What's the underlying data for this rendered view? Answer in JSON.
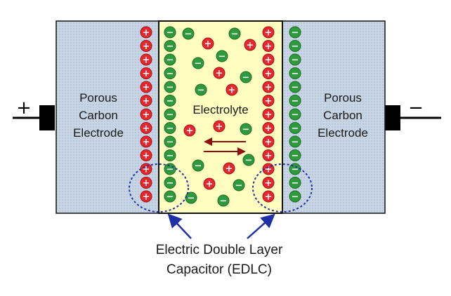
{
  "diagram": {
    "left_electrode": {
      "label_lines": [
        "Porous",
        "Carbon",
        "Electrode"
      ]
    },
    "right_electrode": {
      "label_lines": [
        "Porous",
        "Carbon",
        "Electrode"
      ]
    },
    "electrolyte_label": "Electrolyte",
    "terminals": {
      "left_sign": "+",
      "right_sign": "−"
    },
    "caption_lines": [
      "Electric Double Layer",
      "Capacitor (EDLC)"
    ],
    "colors": {
      "electrode_fill": "#c7d5e4",
      "electrolyte_fill": "#fffdc0",
      "cation": "#e8262c",
      "anion": "#2f9a3c",
      "arrow": "#8b0d0d",
      "highlight_circle": "#1f2fa8",
      "outline": "#111111"
    },
    "ions": {
      "cation_symbol": "+",
      "anion_symbol": "−"
    }
  }
}
